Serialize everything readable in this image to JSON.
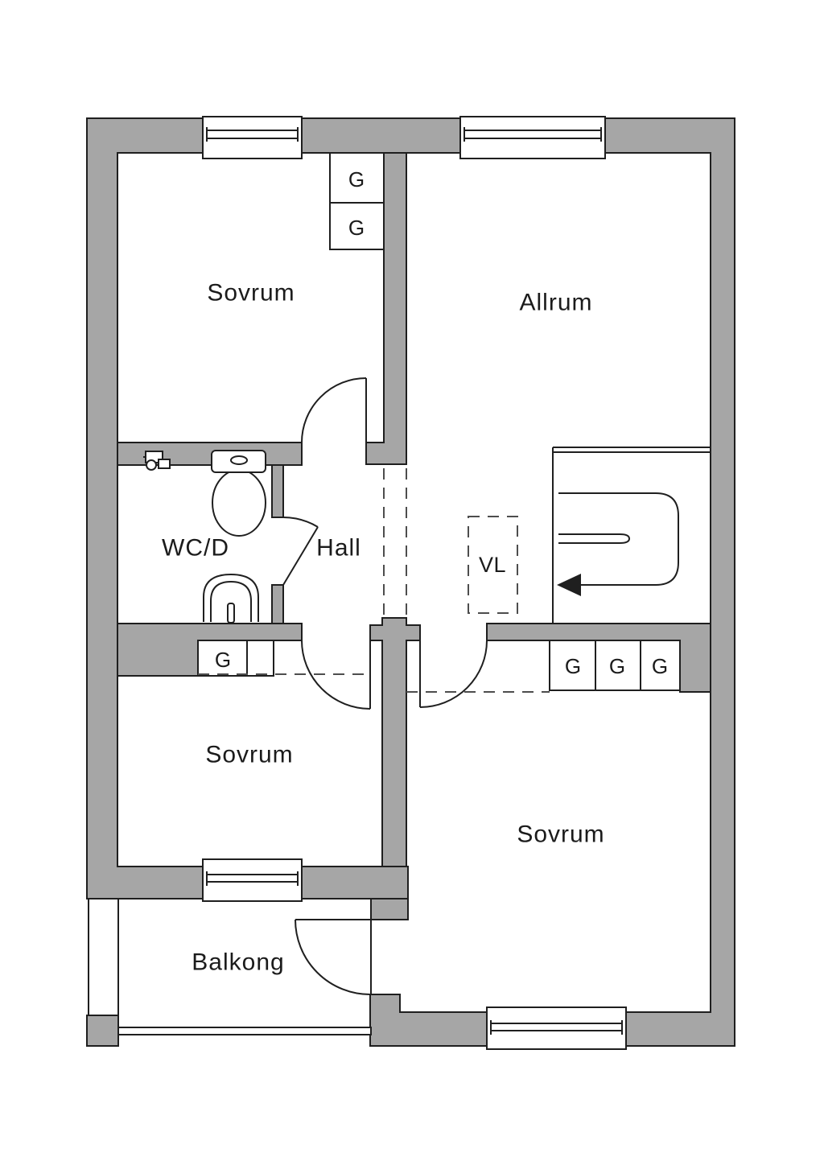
{
  "plan": {
    "rooms": [
      {
        "id": "sovrum-top-left",
        "label": "Sovrum"
      },
      {
        "id": "allrum",
        "label": "Allrum"
      },
      {
        "id": "wc-d",
        "label": "WC/D"
      },
      {
        "id": "hall",
        "label": "Hall"
      },
      {
        "id": "vl",
        "label": "VL"
      },
      {
        "id": "sovrum-bottom-left",
        "label": "Sovrum"
      },
      {
        "id": "sovrum-bottom-right",
        "label": "Sovrum"
      },
      {
        "id": "balkong",
        "label": "Balkong"
      }
    ],
    "closets": [
      {
        "id": "closet-tl-1",
        "label": "G"
      },
      {
        "id": "closet-tl-2",
        "label": "G"
      },
      {
        "id": "closet-bl",
        "label": "G"
      },
      {
        "id": "closet-br-1",
        "label": "G"
      },
      {
        "id": "closet-br-2",
        "label": "G"
      },
      {
        "id": "closet-br-3",
        "label": "G"
      }
    ],
    "icons": [
      {
        "name": "stairs-down-arrow-icon"
      },
      {
        "name": "toilet-icon"
      },
      {
        "name": "sink-icon"
      },
      {
        "name": "shower-mixer-icon"
      }
    ],
    "colors": {
      "wall": "#a6a6a6",
      "line": "#1f1f1f",
      "dashed": "#4d4d4d",
      "background": "#ffffff",
      "text": "#1b1b1b"
    }
  }
}
